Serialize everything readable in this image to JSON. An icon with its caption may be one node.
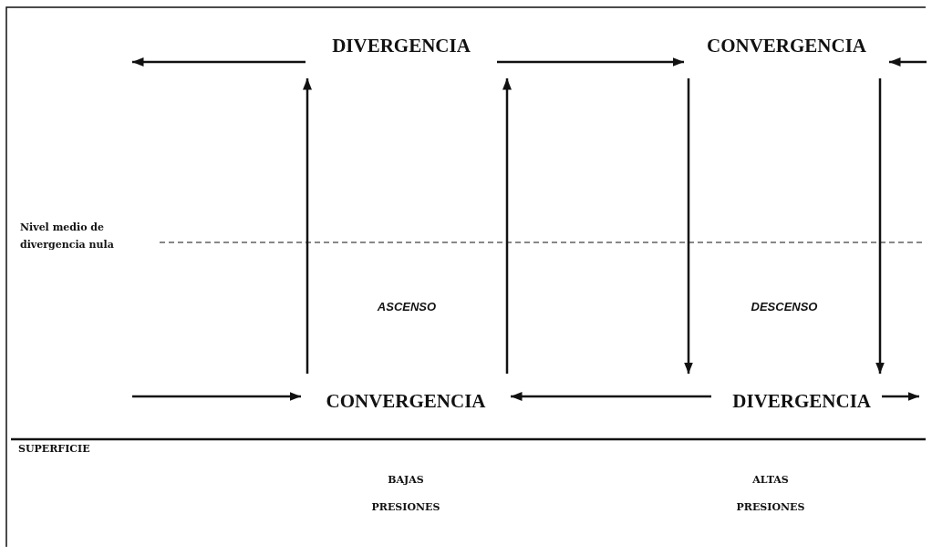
{
  "diagram": {
    "nodes": [
      {
        "text": [
          "DIVERGENCIA"
        ]
      },
      {
        "text": [
          "CONVERGENCIA"
        ]
      },
      {
        "text": [
          "CONVERGENCIA"
        ]
      },
      {
        "text": [
          "DIVERGENCIA"
        ]
      }
    ],
    "edges": [
      {
        "from": 0,
        "to": null,
        "arrow": "to"
      },
      {
        "from": 0,
        "to": 1,
        "arrow": "to"
      },
      {
        "from": null,
        "to": 1,
        "arrow": "to"
      },
      {
        "from": 2,
        "to": 0,
        "arrow": "to"
      },
      {
        "from": 2,
        "to": 0,
        "arrow": "to"
      },
      {
        "from": 1,
        "to": 3,
        "arrow": "to"
      },
      {
        "from": 1,
        "to": 3,
        "arrow": "to"
      },
      {
        "from": null,
        "to": 2,
        "arrow": "to"
      },
      {
        "from": 3,
        "to": 2,
        "arrow": "to"
      },
      {
        "from": 3,
        "to": null,
        "arrow": "to"
      }
    ],
    "labels": [
      "Nivel medio de divergencia nula",
      "ASCENSO",
      "DESCENSO",
      "SUPERFICIE",
      "BAJAS PRESIONES",
      "ALTAS PRESIONES"
    ]
  }
}
